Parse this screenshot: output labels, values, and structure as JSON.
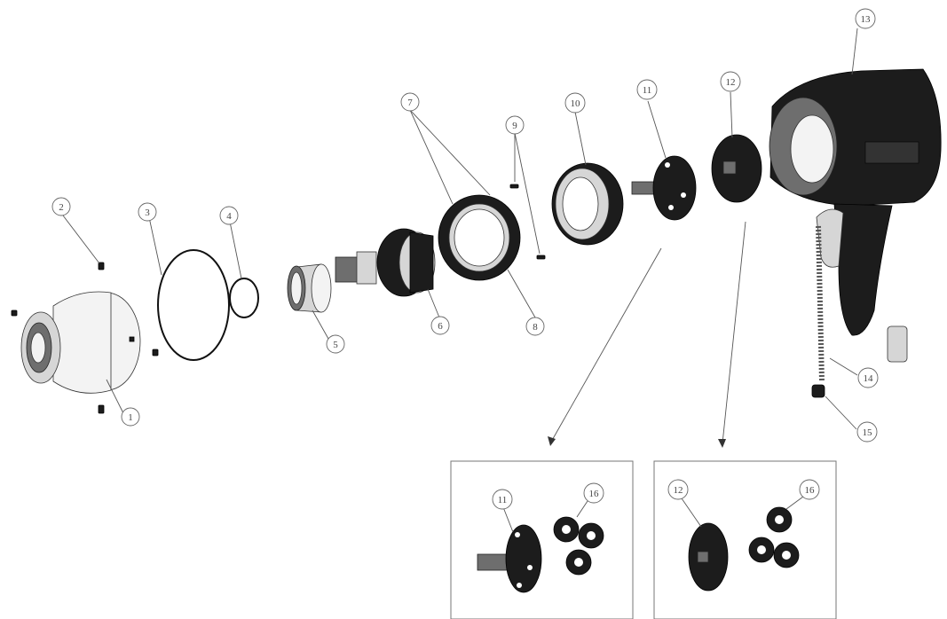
{
  "callouts": {
    "c1": "1",
    "c2": "2",
    "c3": "3",
    "c4": "4",
    "c5": "5",
    "c6": "6",
    "c7": "7",
    "c8": "8",
    "c9": "9",
    "c10": "10",
    "c11": "11",
    "c12": "12",
    "c13": "13",
    "c14": "14",
    "c15": "15",
    "d11": "11",
    "d16a": "16",
    "d12": "12",
    "d16b": "16"
  },
  "colors": {
    "line": "#555555",
    "housing": "#1c1c1c",
    "metal": "#d6d6d6"
  }
}
